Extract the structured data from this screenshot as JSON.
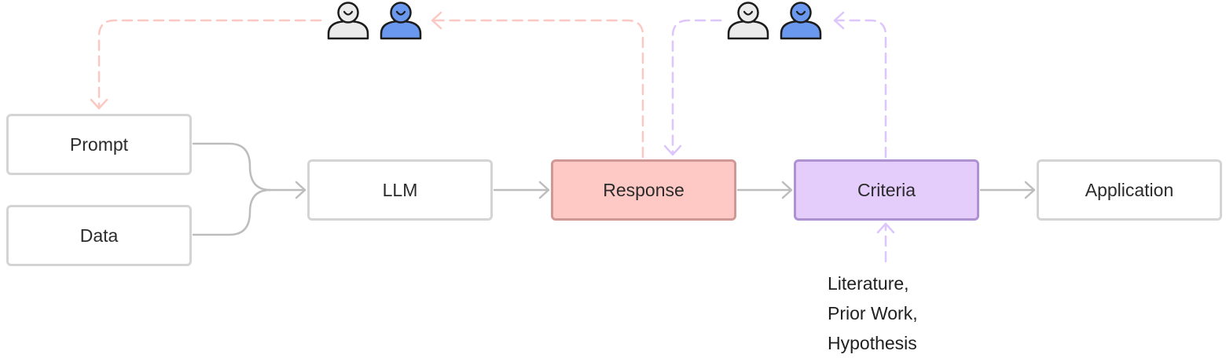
{
  "nodes": {
    "prompt": "Prompt",
    "data": "Data",
    "llm": "LLM",
    "response": "Response",
    "criteria": "Criteria",
    "application": "Application"
  },
  "criteria_sources": [
    "Literature,",
    "Prior Work,",
    "Hypothesis"
  ],
  "colors": {
    "flow_line": "#bdbdbd",
    "box_border": "#d4d4d4",
    "response_fill": "#fec9c5",
    "response_border": "#cf9894",
    "criteria_fill": "#e4ccfb",
    "criteria_border": "#ae91d1",
    "response_loop": "#fbc8c3",
    "criteria_loop": "#ddc6fb",
    "person_light": "#ebebeb",
    "person_blue": "#6a98ef",
    "person_outline": "#1c1c1c"
  },
  "icons": [
    "person-icon-light",
    "person-icon-blue"
  ]
}
